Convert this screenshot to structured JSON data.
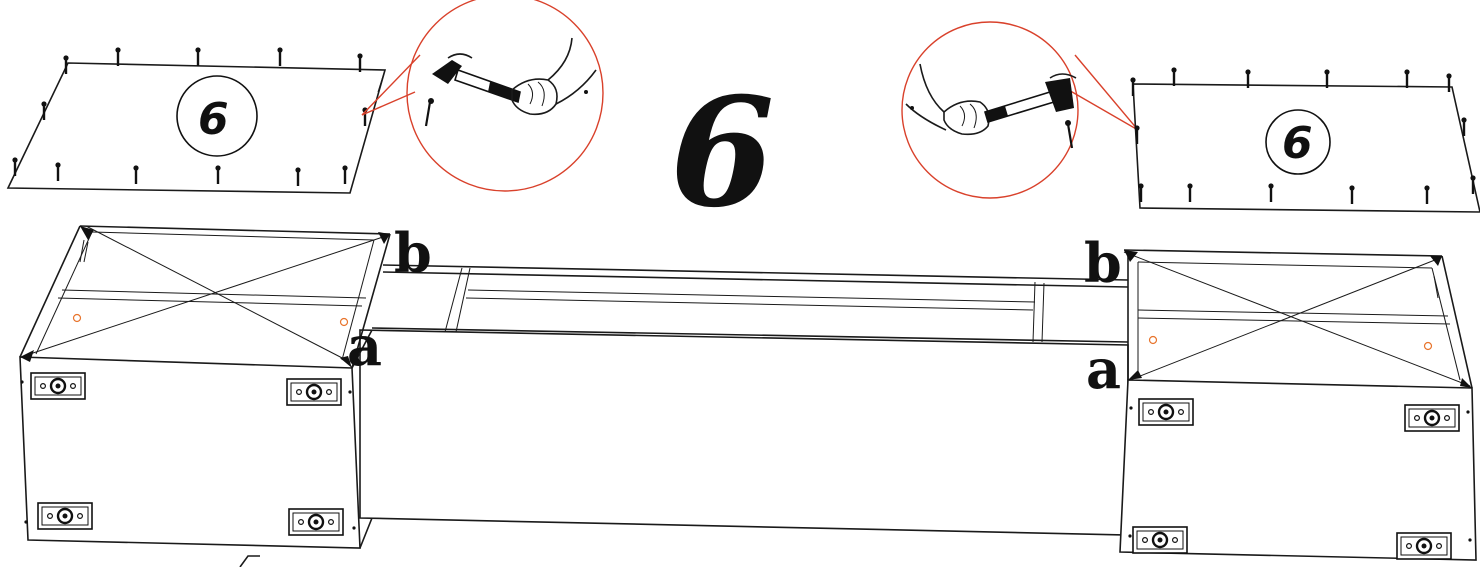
{
  "step_number": "6",
  "part_number": "6",
  "labels": {
    "a": "a",
    "b": "b"
  },
  "colors": {
    "line": "#1a1a1a",
    "callout": "#d9412b",
    "hole": "#e8742c"
  },
  "icons": [
    "hammer-icon",
    "nail-icon",
    "hand-icon"
  ]
}
